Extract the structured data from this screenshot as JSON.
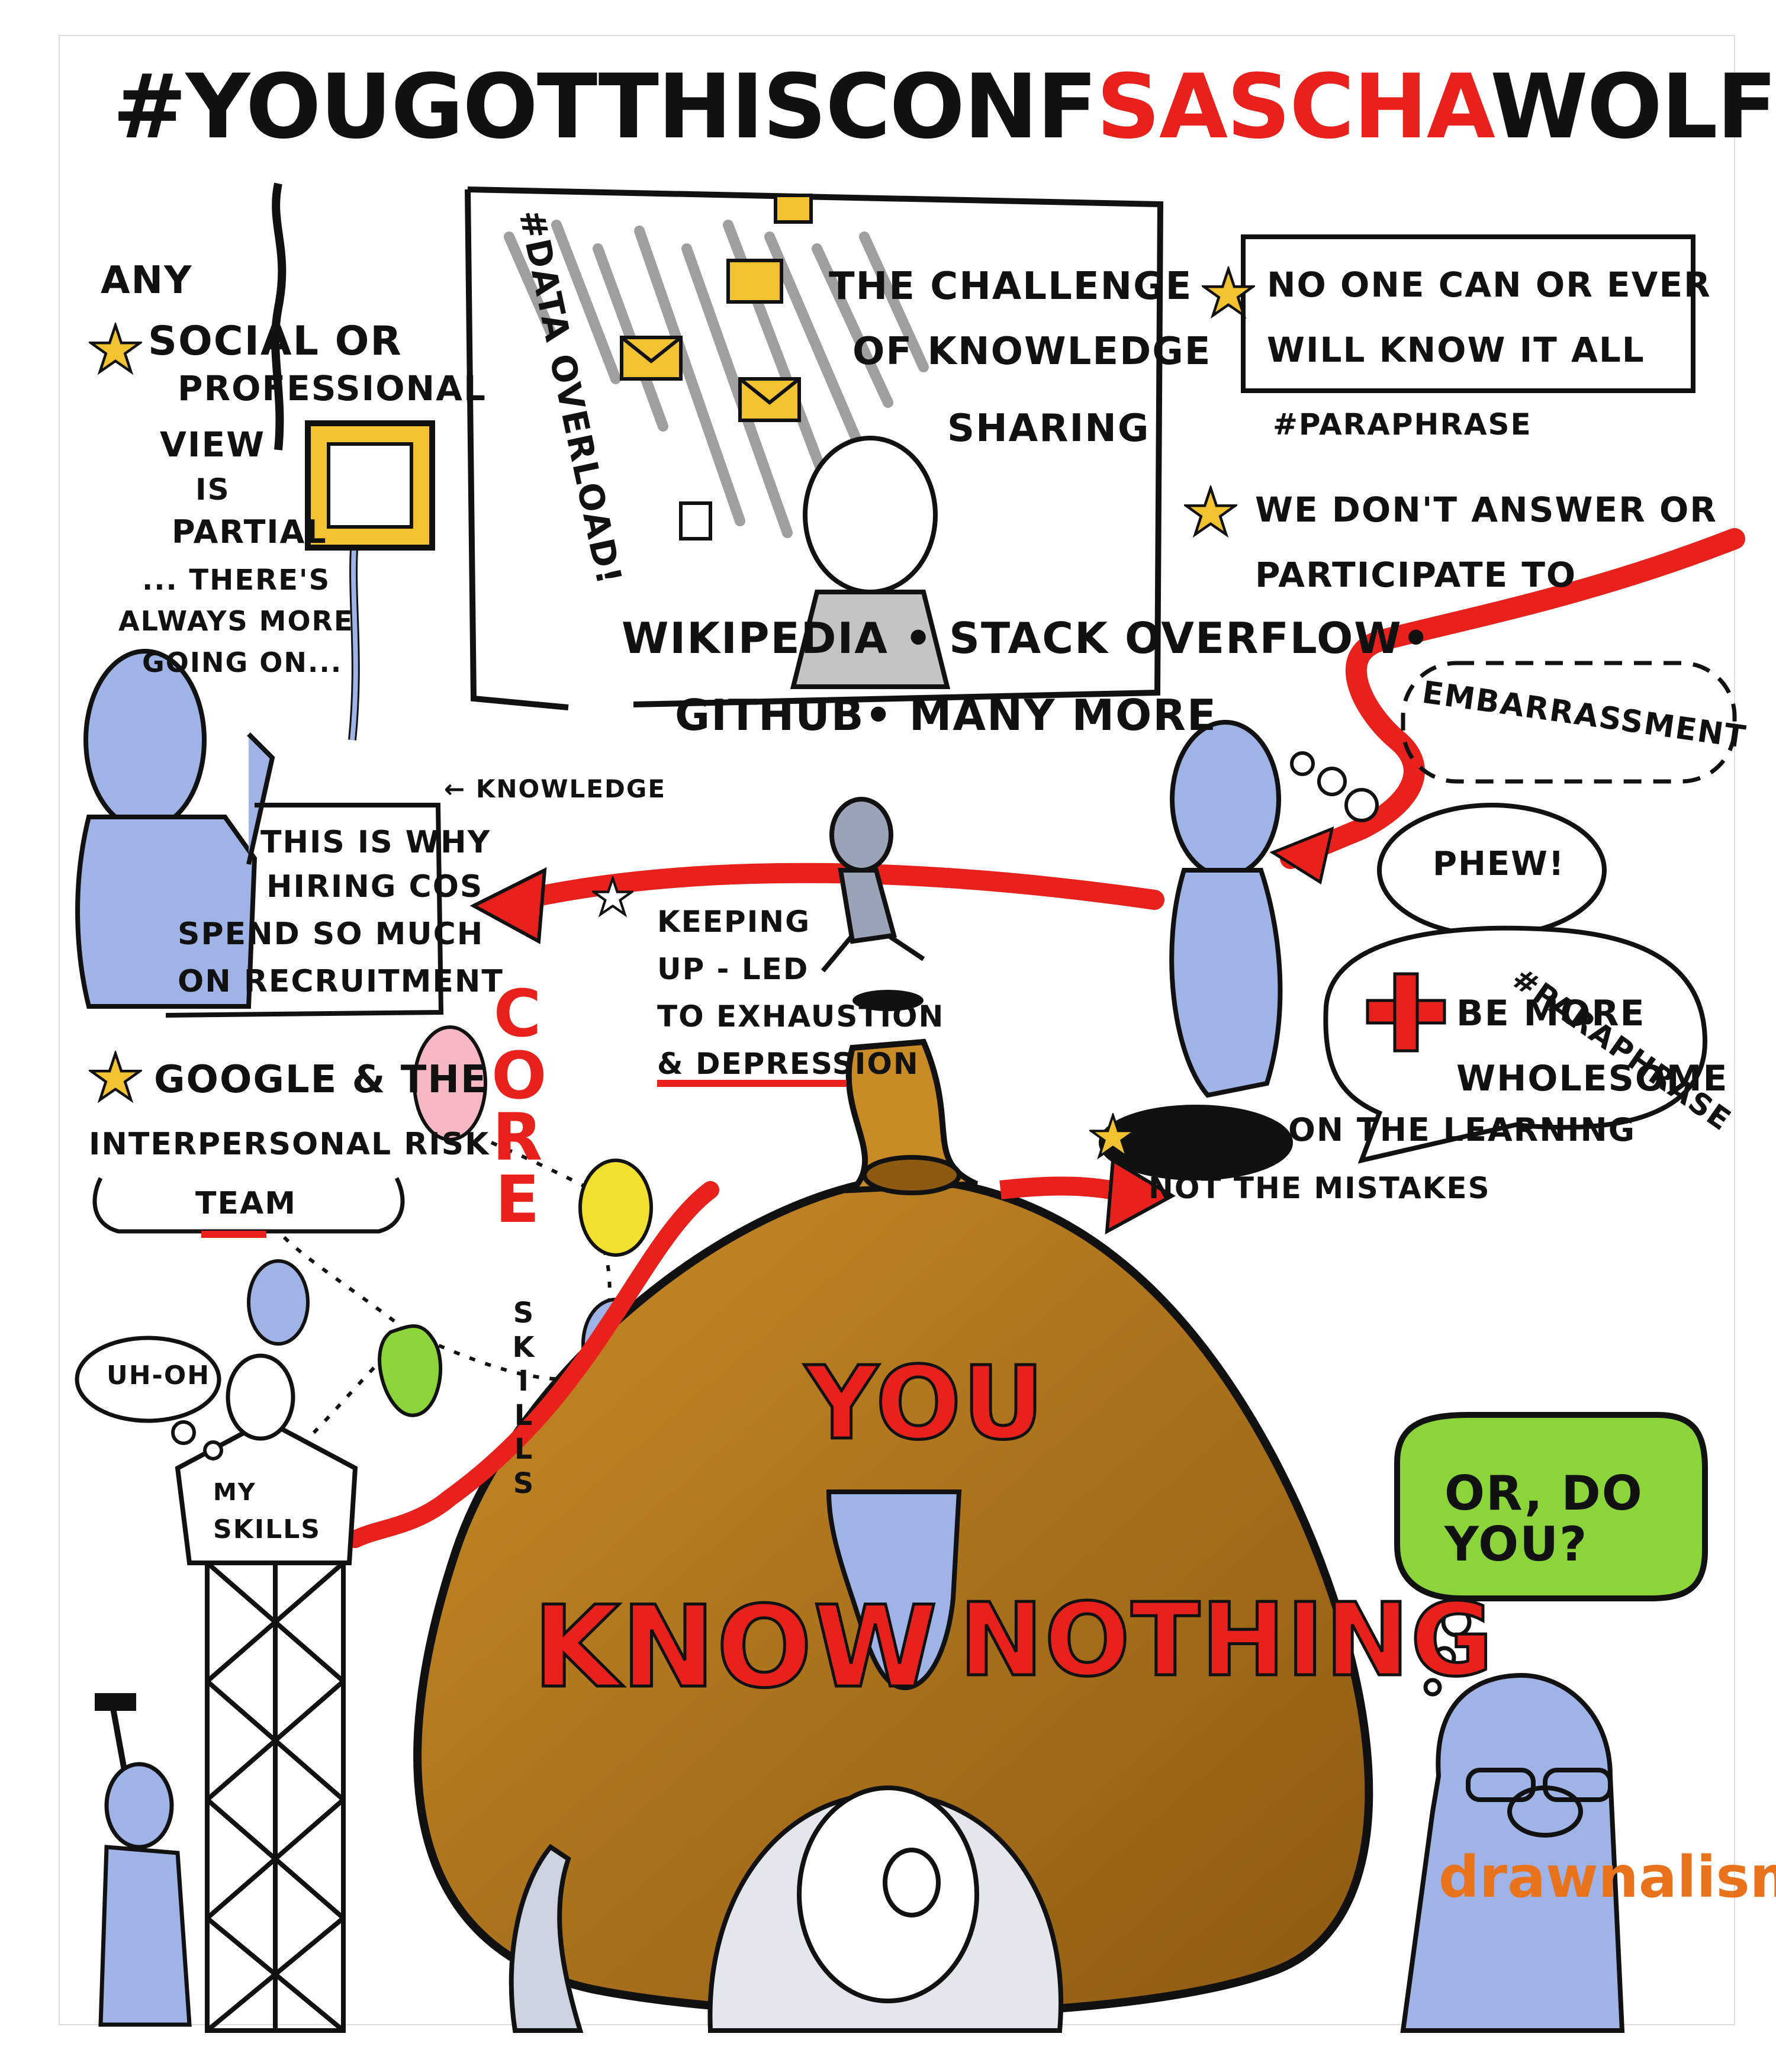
{
  "title": {
    "hashtag": "#YouGotThisConf",
    "speaker_first": "Sascha",
    "speaker_last": "Wolf"
  },
  "left_column": {
    "any": "Any",
    "social_or": "Social or",
    "professional": "Professional",
    "view": "View",
    "is": "is",
    "partial": "Partial",
    "more1": "... There's",
    "more2": "always more",
    "more3": "going on..."
  },
  "data_overload": "#Data Overload!",
  "challenge": {
    "line1": "The Challenge",
    "line2": "of Knowledge",
    "line3": "Sharing"
  },
  "platforms": {
    "line1": "Wikipedia • Stack Overflow•",
    "line2": "GitHub• Many More"
  },
  "no_one": {
    "line1": "No one can or ever",
    "line2": "will know it all",
    "tag": "#Paraphrase"
  },
  "we_dont": {
    "line1": "We don't answer or",
    "line2": "participate to"
  },
  "embarrassment": "Embarrassment",
  "knowledge_arrow": "← Knowledge",
  "phew": "Phew!",
  "hiring": {
    "line1": "This is why",
    "line2": "hiring Cos",
    "line3": "spend so much",
    "line4": "on recruitment"
  },
  "keeping_up": {
    "line1": "Keeping",
    "line2": "up - led",
    "line3": "to exhaustion",
    "line4": "& depression"
  },
  "paraphrase2": "#Paraphrase",
  "be_more": {
    "line1": "Be More",
    "line2": "Wholesome"
  },
  "google": {
    "line1": "Google & the",
    "line2": "Interpersonal Risk",
    "line3": "Team"
  },
  "core": "CORE",
  "skills_vertical": "SKILLS",
  "focus": {
    "line1": "Focus on the Learning",
    "line2": "not the Mistakes"
  },
  "uh_oh": "Uh-Oh",
  "my_skills": {
    "line1": "My",
    "line2": "Skills"
  },
  "bag": {
    "you": "You",
    "know": "Know",
    "nothing": "Nothing"
  },
  "or_do_you": "Or, Do You?",
  "signature": "drawnalism",
  "colors": {
    "accent_red": "#e8211c",
    "bag_brown": "#b77a1e",
    "figure_blue": "#9fb3e6",
    "bubble_green": "#8bd43a",
    "frame_yellow": "#f2c230",
    "google_blue": "#1f3fd1",
    "core_pink": "#f7b8c4"
  },
  "icons": [
    "star-icon",
    "envelope-icon",
    "frame-icon",
    "red-cross-icon",
    "curved-arrow-icon"
  ]
}
